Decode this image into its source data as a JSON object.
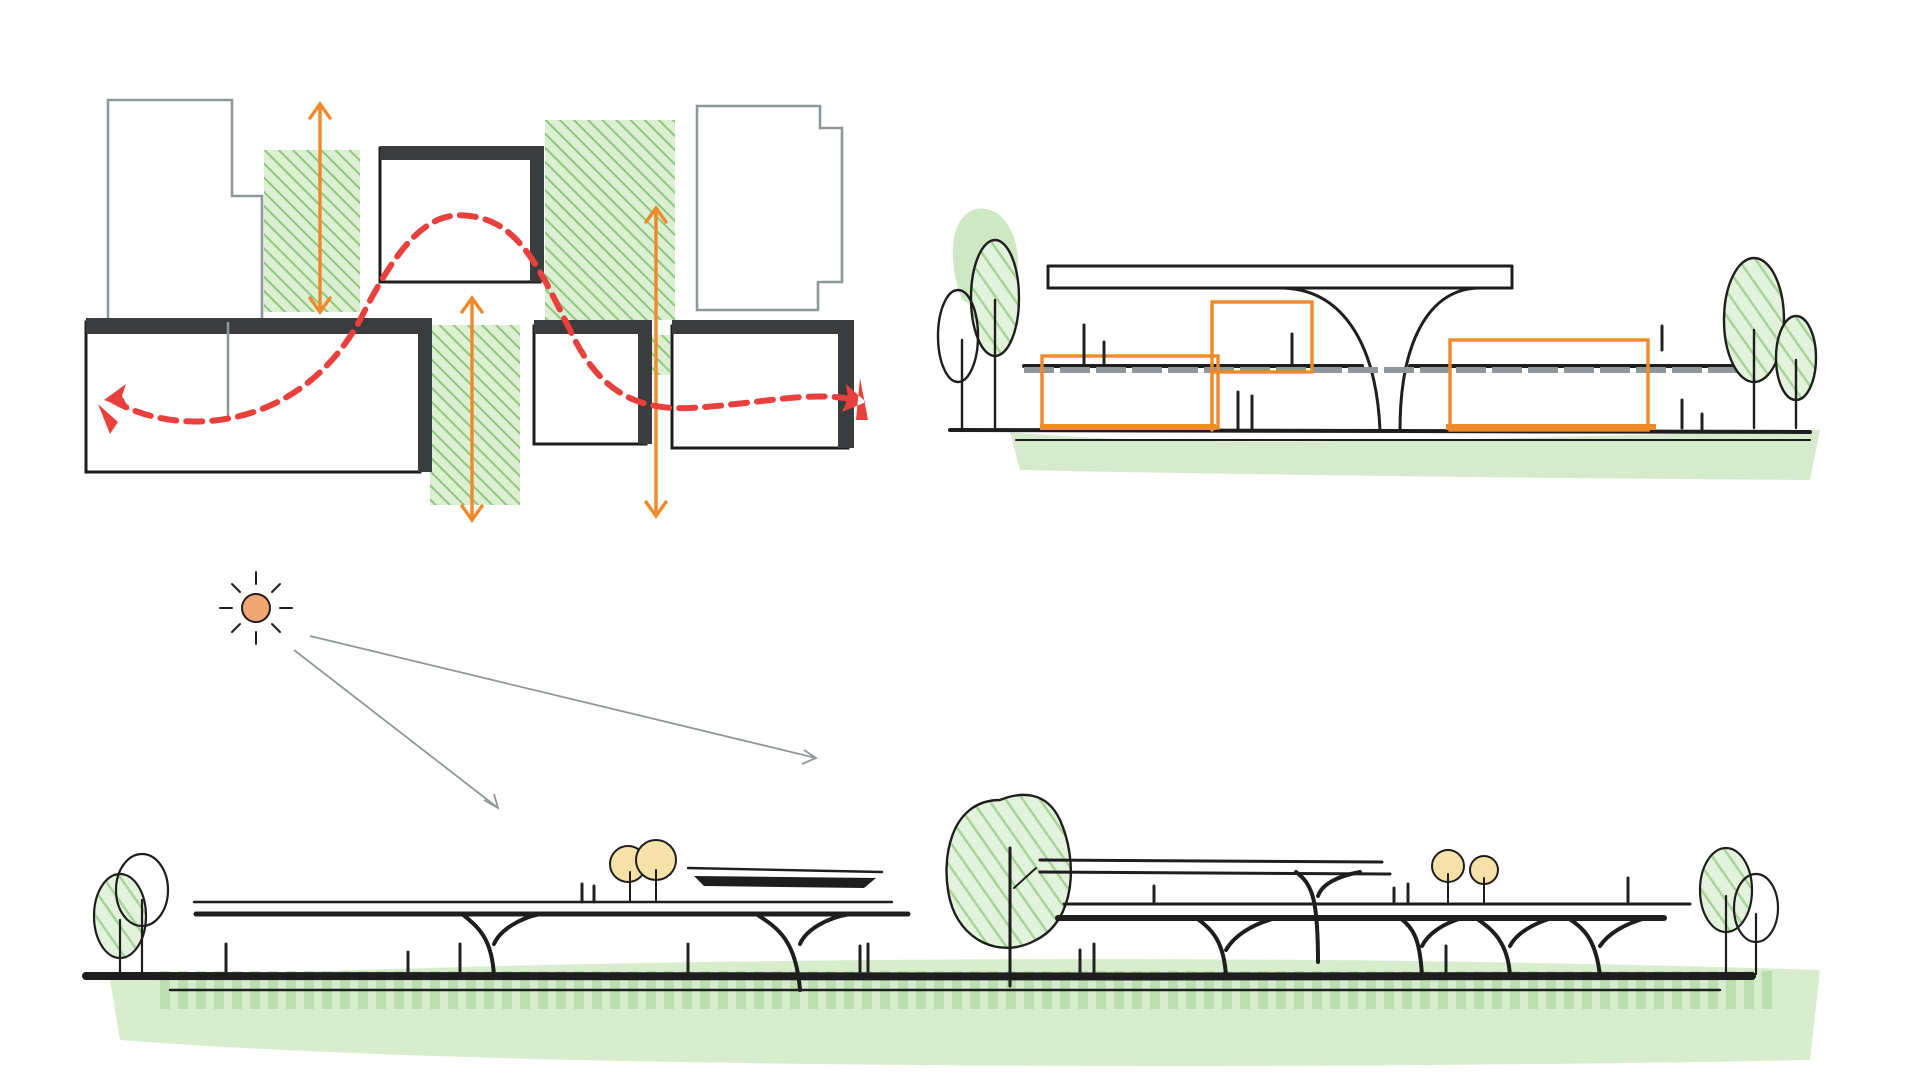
{
  "sketch": {
    "panels": [
      {
        "id": "plan",
        "name": "site-plan"
      },
      {
        "id": "section",
        "name": "building-section"
      },
      {
        "id": "elevation",
        "name": "long-elevation"
      }
    ],
    "colors": {
      "ink": "#1e1e1e",
      "grey_outline": "#8f979b",
      "green": "#8cc97a",
      "orange": "#f0892a",
      "red": "#e8403c",
      "sun": "#f2a772"
    },
    "icons": [
      "sun-icon",
      "tree-icon",
      "person-icon",
      "arrow-icon"
    ]
  }
}
